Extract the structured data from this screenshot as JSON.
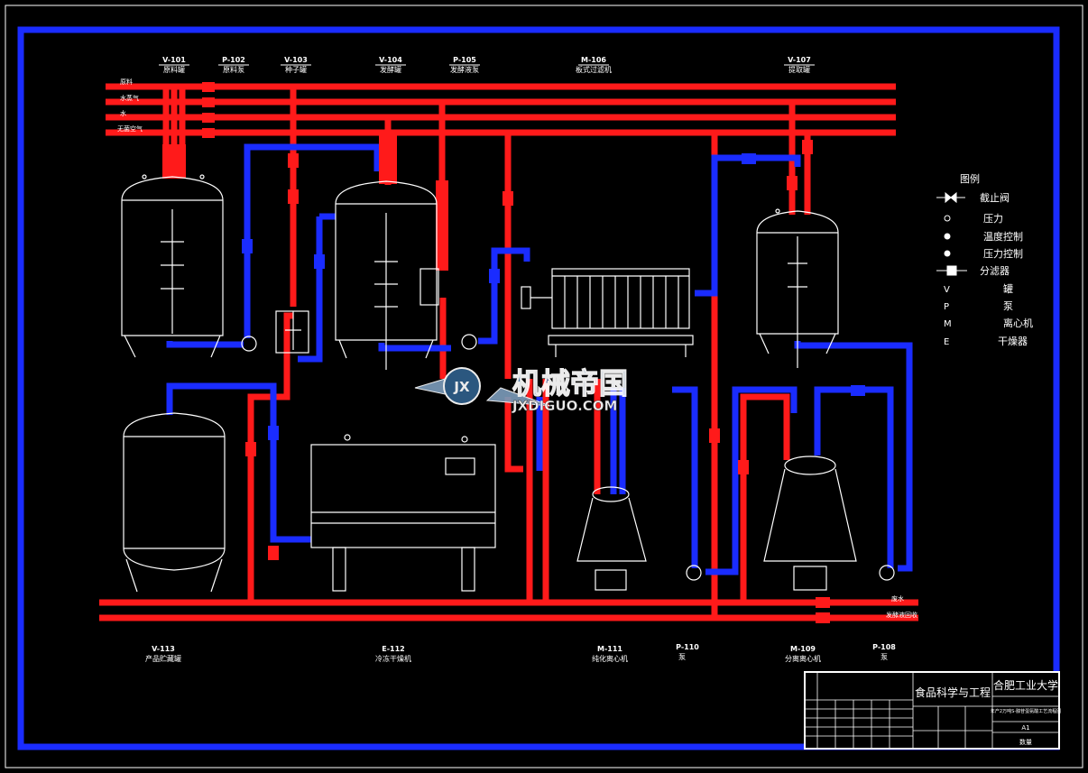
{
  "feed_lines": [
    "原料",
    "水蒸气",
    "水",
    "无菌空气"
  ],
  "top_equipment": [
    {
      "code": "V-101",
      "name": "原料罐"
    },
    {
      "code": "P-102",
      "name": "原料泵"
    },
    {
      "code": "V-103",
      "name": "种子罐"
    },
    {
      "code": "V-104",
      "name": "发酵罐"
    },
    {
      "code": "P-105",
      "name": "发酵液泵"
    },
    {
      "code": "M-106",
      "name": "板式过滤机"
    },
    {
      "code": "V-107",
      "name": "提取罐"
    }
  ],
  "bottom_equipment": [
    {
      "code": "V-113",
      "name": "产品贮藏罐"
    },
    {
      "code": "E-112",
      "name": "冷冻干燥机"
    },
    {
      "code": "M-111",
      "name": "纯化离心机"
    },
    {
      "code": "P-110",
      "name": "泵"
    },
    {
      "code": "M-109",
      "name": "分离离心机"
    },
    {
      "code": "P-108",
      "name": "泵"
    }
  ],
  "legend": {
    "title": "图例",
    "items": [
      {
        "symbol": "",
        "label": "截止阀"
      },
      {
        "symbol": "",
        "label": "压力"
      },
      {
        "symbol": "",
        "label": "温度控制"
      },
      {
        "symbol": "",
        "label": "压力控制"
      },
      {
        "symbol": "",
        "label": "分滤器"
      },
      {
        "symbol": "V",
        "label": "罐"
      },
      {
        "symbol": "P",
        "label": "泵"
      },
      {
        "symbol": "M",
        "label": "离心机"
      },
      {
        "symbol": "E",
        "label": "干燥器"
      }
    ]
  },
  "outlet_labels": [
    "废水",
    "发酵液回收"
  ],
  "title_block": {
    "department": "食品科学与工程",
    "university": "合肥工业大学",
    "drawing_title": "年产2万吨S-腺苷蛋氨酸工艺流程图",
    "sheet": "A1",
    "role_left": "数量"
  },
  "watermark": {
    "cn": "机械帝国",
    "en": "JXDIGUO.COM",
    "badge": "JX"
  },
  "colors": {
    "hot": "#ff1a1a",
    "cold": "#1a2cff",
    "line": "#ffffff",
    "frame": "#1a2cff"
  }
}
